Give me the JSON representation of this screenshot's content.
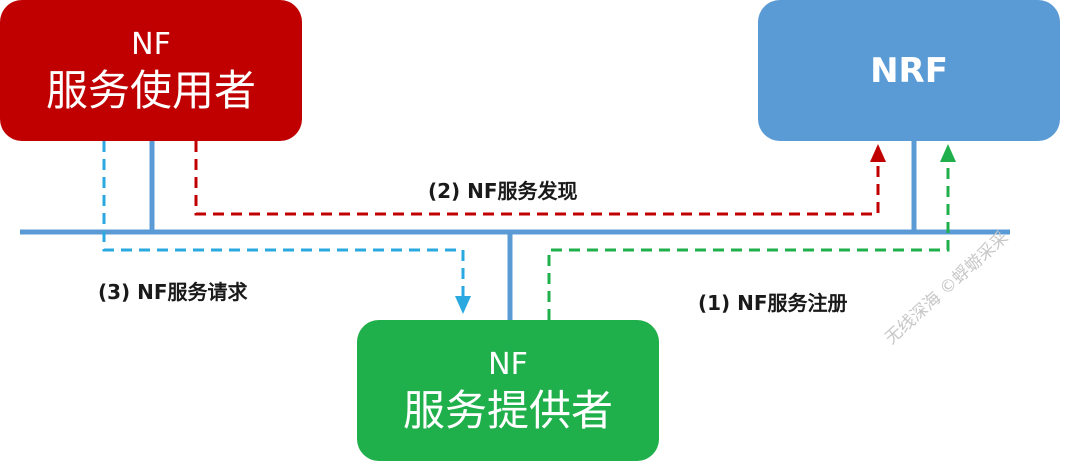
{
  "nodes": {
    "consumer": {
      "line1": "NF",
      "line2": "服务使用者"
    },
    "nrf": {
      "label": "NRF"
    },
    "producer": {
      "line1": "NF",
      "line2": "服务提供者"
    }
  },
  "flows": {
    "discovery": "(2) NF服务发现",
    "request": "(3) NF服务请求",
    "register": "(1) NF服务注册"
  },
  "watermark": "无线深海 ©蜉蝣采采",
  "colors": {
    "consumer": "#c00000",
    "nrf": "#5b9bd5",
    "producer": "#1faf4b",
    "bus": "#5b9bd5",
    "request_arrow": "#29a9e0",
    "discovery_arrow": "#c00000",
    "register_arrow": "#1faf4b"
  }
}
